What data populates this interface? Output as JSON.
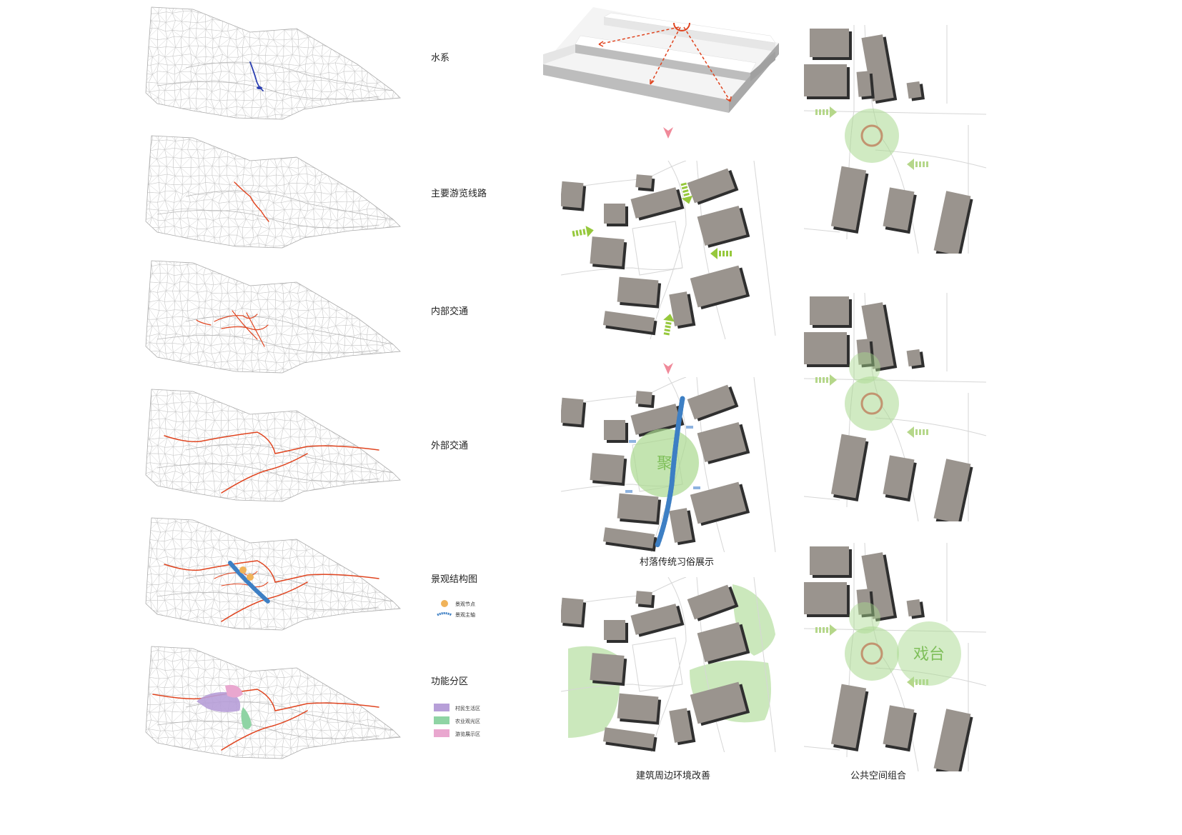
{
  "terrain_labels": [
    "水系",
    "主要游览线路",
    "内部交通",
    "外部交通",
    "景观结构图",
    "功能分区"
  ],
  "landscape_legend": [
    {
      "label": "景观节点",
      "color": "#f0b35a"
    },
    {
      "label": "景观主轴",
      "color": "#3d7fc4"
    }
  ],
  "function_legend": [
    {
      "label": "村民生活区",
      "color": "#b79fd8"
    },
    {
      "label": "农业观光区",
      "color": "#8fd4a4"
    },
    {
      "label": "游览展示区",
      "color": "#e9a7cf"
    }
  ],
  "focus_char": "聚",
  "stage_char": "戏台",
  "captions": {
    "traditional": "村落传统习俗展示",
    "environment": "建筑周边环境改善",
    "public_space": "公共空间组合"
  },
  "colors": {
    "route": "#e0441f",
    "water": "#2b3fb0",
    "building": "#9a948e",
    "green": "#a9d98f",
    "arrow": "#96c83c"
  }
}
